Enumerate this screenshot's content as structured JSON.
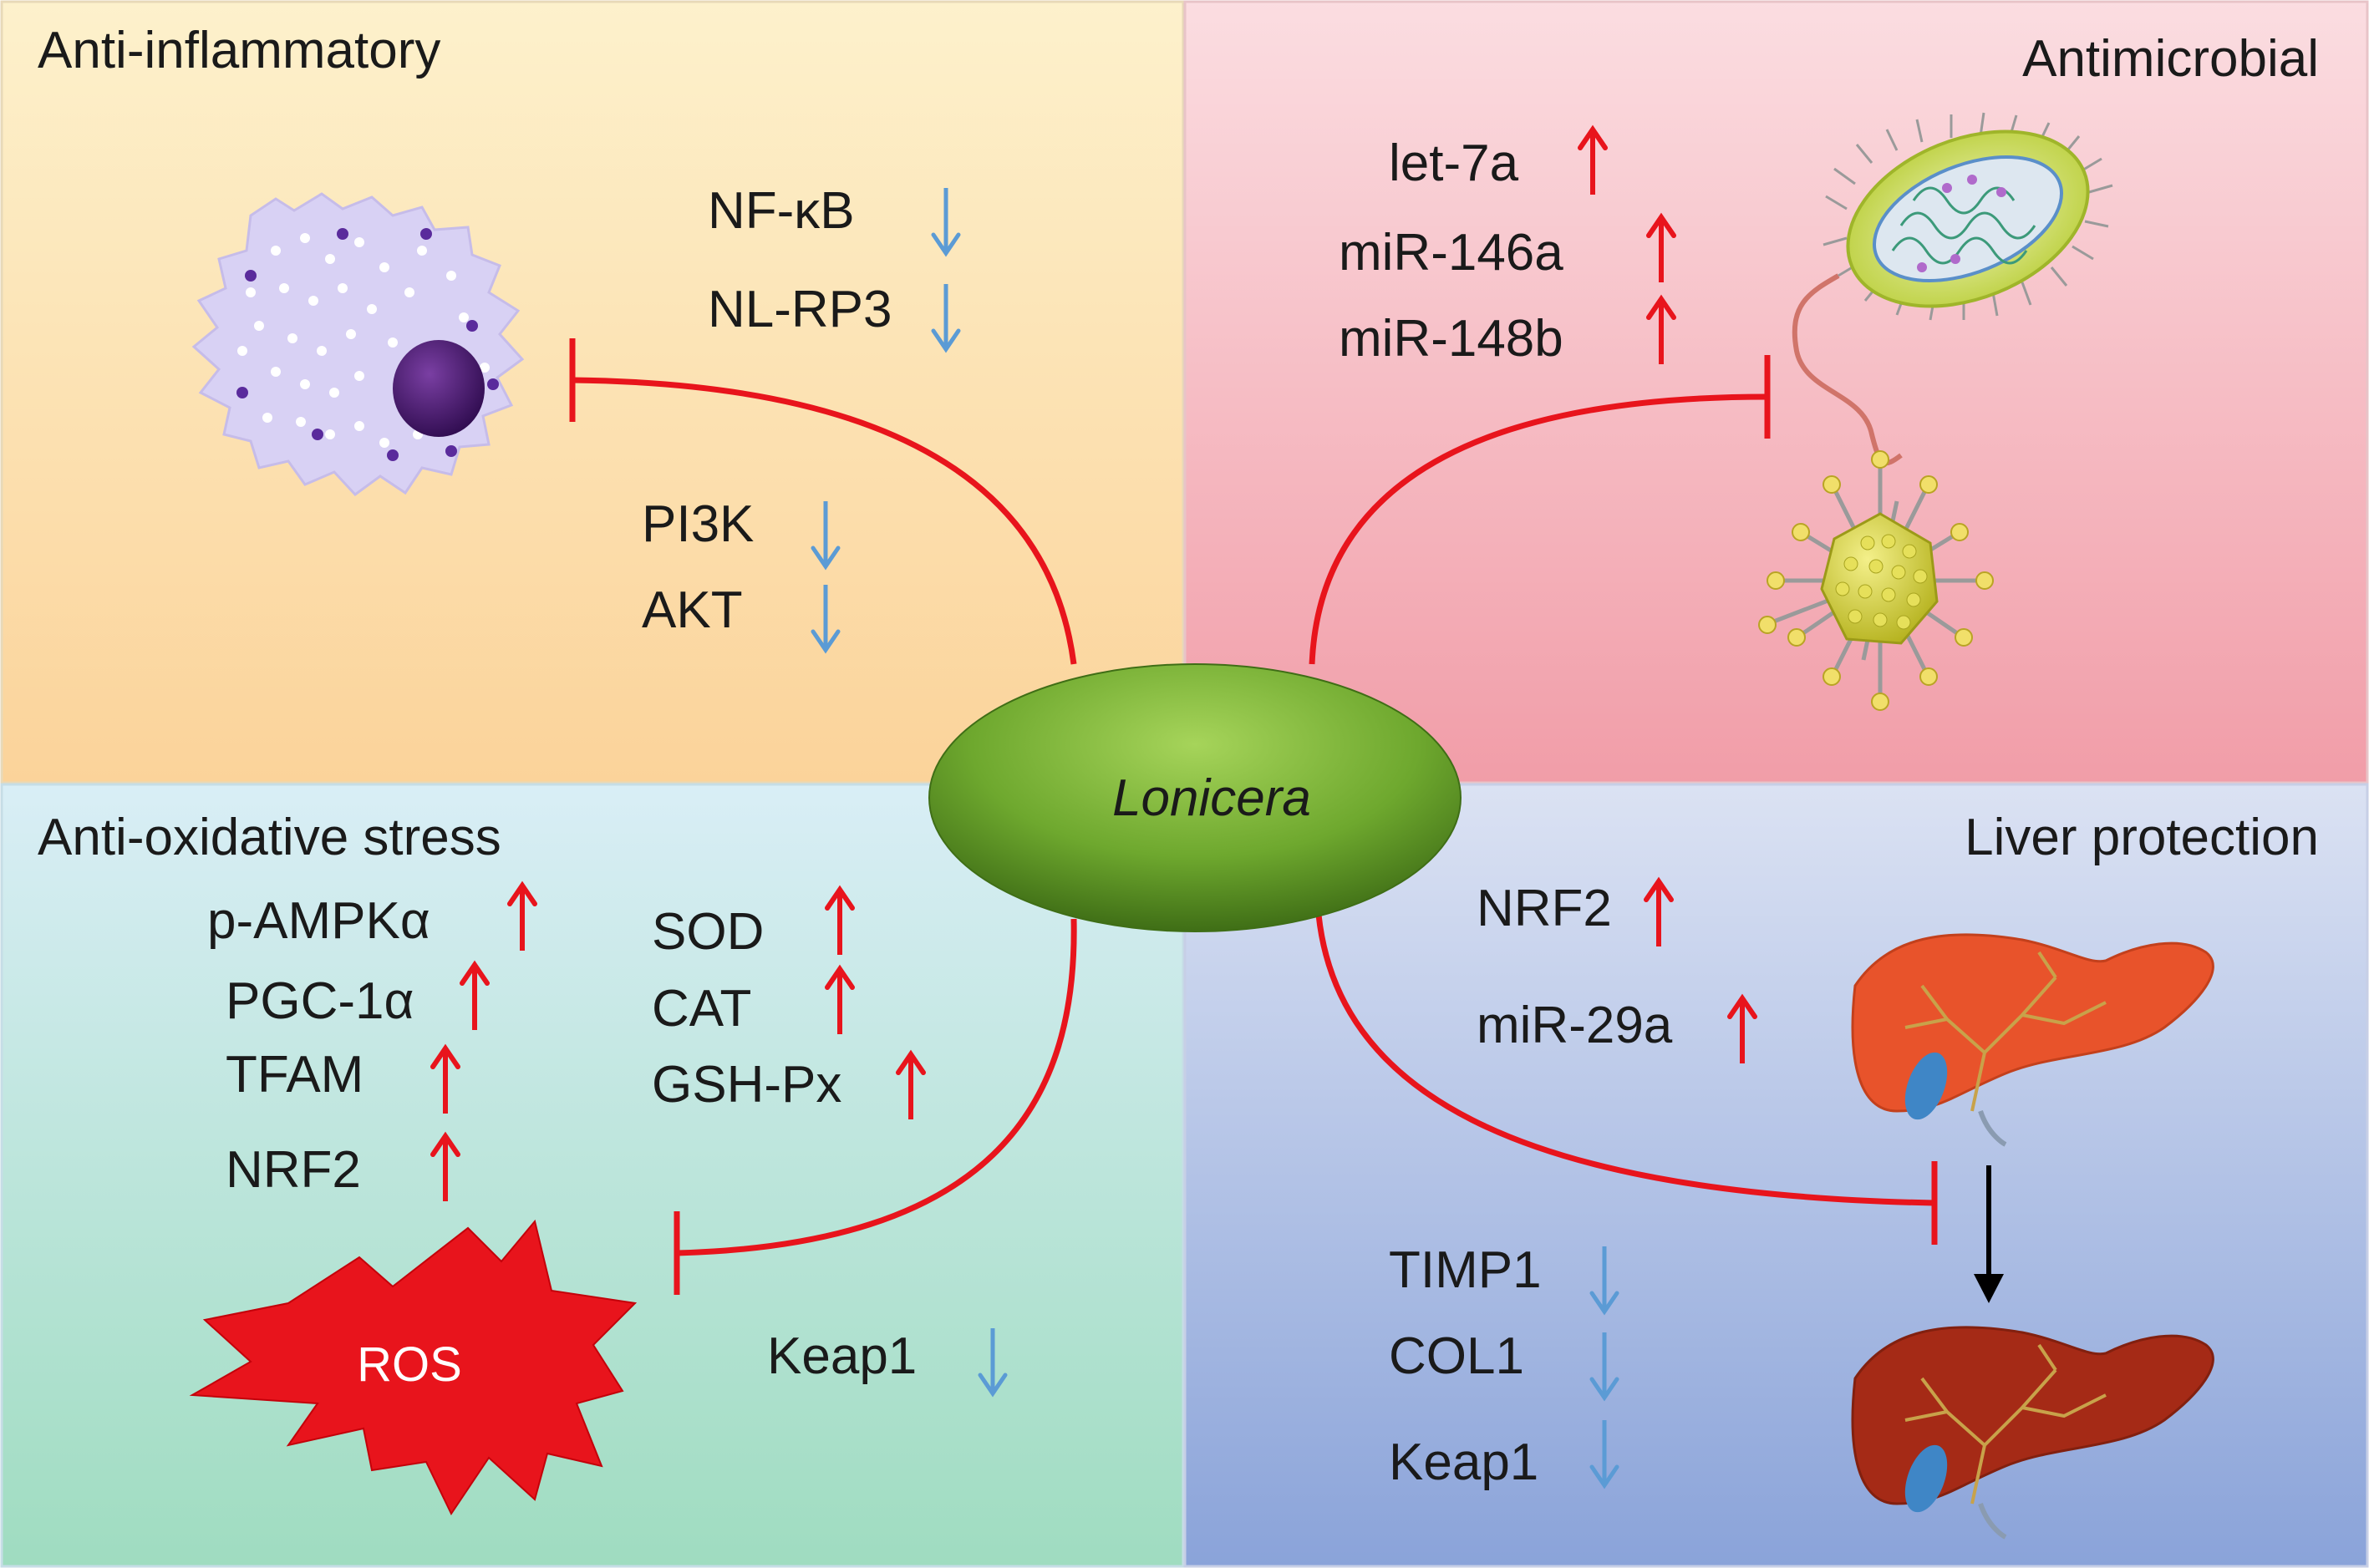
{
  "center": {
    "label": "Lonicera"
  },
  "panels": {
    "anti_inflammatory": {
      "title": "Anti-inflammatory",
      "markers": [
        {
          "label": "NF-κB",
          "direction": "down"
        },
        {
          "label": "NL-RP3",
          "direction": "down"
        },
        {
          "label": "PI3K",
          "direction": "down"
        },
        {
          "label": "AKT",
          "direction": "down"
        }
      ]
    },
    "antimicrobial": {
      "title": "Antimicrobial",
      "markers": [
        {
          "label": "let-7a",
          "direction": "up"
        },
        {
          "label": "miR-146a",
          "direction": "up"
        },
        {
          "label": "miR-148b",
          "direction": "up"
        }
      ]
    },
    "anti_oxidative": {
      "title": "Anti-oxidative stress",
      "markers": [
        {
          "label": "p-AMPKα",
          "direction": "up"
        },
        {
          "label": "PGC-1α",
          "direction": "up"
        },
        {
          "label": "TFAM",
          "direction": "up"
        },
        {
          "label": "NRF2",
          "direction": "up"
        },
        {
          "label": "SOD",
          "direction": "up"
        },
        {
          "label": "CAT",
          "direction": "up"
        },
        {
          "label": "GSH-Px",
          "direction": "up"
        },
        {
          "label": "Keap1",
          "direction": "down"
        }
      ],
      "ros_label": "ROS"
    },
    "liver": {
      "title": "Liver protection",
      "markers": [
        {
          "label": "NRF2",
          "direction": "up"
        },
        {
          "label": "miR-29a",
          "direction": "up"
        },
        {
          "label": "TIMP1",
          "direction": "down"
        },
        {
          "label": "COL1",
          "direction": "down"
        },
        {
          "label": "Keap1",
          "direction": "down"
        }
      ]
    }
  },
  "colors": {
    "inhibit_line": "#e8141c",
    "up_arrow": "#e8141c",
    "down_arrow": "#5b9bd5",
    "ellipse_green": "#6ea82e"
  }
}
